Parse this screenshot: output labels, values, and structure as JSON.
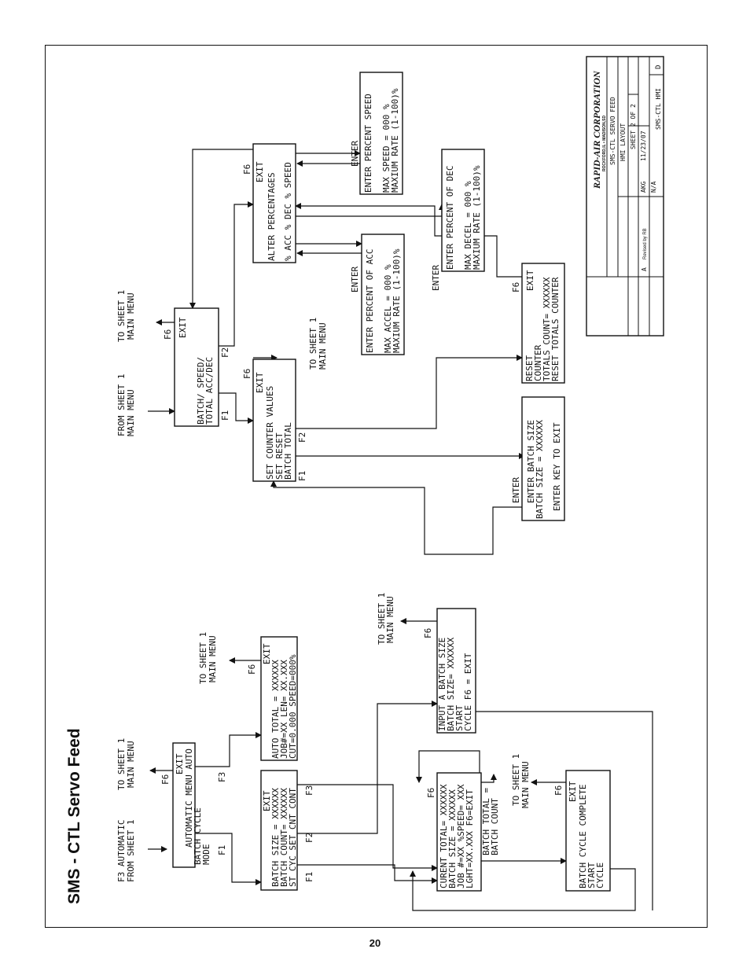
{
  "document_title": "SMS - CTL Servo Feed",
  "page_number": "20",
  "title_block": {
    "company": "RAPID-AIR CORPORATION",
    "location": "ROCKFORD,IL • MADISON,SD",
    "part_name": "SMS-CTL SERVO FEED",
    "drawing_title": "HMI LAYOUT",
    "sheet": "SHEET 2 OF 2",
    "drawn_by": "AKG",
    "date": "11/23/07",
    "scale": "N/A",
    "drawing_number": "SMS-CTL HMI",
    "rev_size": "D",
    "revision_letter": "A",
    "revised_by": "Revised by RB"
  },
  "ref_labels": {
    "to_sheet_1": "TO SHEET 1",
    "from_sheet_1": "FROM SHEET 1",
    "main_menu": "MAIN MENU",
    "f3_automatic": "F3  AUTOMATIC",
    "enter": "ENTER",
    "f1": "F1",
    "f2": "F2",
    "f3": "F3",
    "f6": "F6",
    "batch_total_eq": "BATCH TOTAL =",
    "batch_count": "BATCH COUNT"
  },
  "screens": {
    "automatic_menu": [
      "F6",
      "EXIT",
      "AUTOMATIC MENU     AUTO",
      "BATCH               CYCLE",
      "MODE"
    ],
    "batch_mode": [
      "EXIT",
      "BATCH SIZE = XXXXXX",
      "BATCH COUNT= XXXXXX",
      "ST_CYC  SET_CNT CONT"
    ],
    "auto_cycle": [
      "EXIT",
      "AUTO TOTAL = XXXXXX",
      "JOB#=XX  LEN= XX.XXX",
      "CUT=0.000  SPEED=000%"
    ],
    "run_status": [
      "CURENT TOTAL= XXXXXX",
      "BATCH SIZE = XXXXXX",
      "JOB #=XX %SPEED= XXX",
      "LGHT=XX.XXX   F6=EXIT"
    ],
    "input_batch": [
      "INPUT A BATCH SIZE",
      "BATCH  SIZE= XXXXXX",
      "START",
      "CYCLE        F6 = EXIT"
    ],
    "batch_complete": [
      "EXIT",
      "BATCH CYCLE COMPLETE",
      "START",
      "CYCLE"
    ],
    "batch_menu": [
      "EXIT",
      "BATCH/  SPEED/",
      "TOTAL   ACC/DEC"
    ],
    "set_counter": [
      "EXIT",
      "SET COUNTER VALUES",
      "SET      RESET",
      "BATCH    TOTAL"
    ],
    "alter_pct": [
      "EXIT",
      "ALTER PERCENTAGES",
      "% ACC   % DEC  % SPEED"
    ],
    "pct_speed": [
      "ENTER PERCENT SPEED",
      "MAX SPEED = 000 %",
      "MAXIUM RATE (1-100)%"
    ],
    "pct_acc": [
      "ENTER PERCENT OF ACC",
      "MAX ACCEL = 000 %",
      "MAXIUM RATE (1-100)%"
    ],
    "pct_dec": [
      "ENTER PERCENT OF DEC",
      "MAX DECEL = 000 %",
      "MAXIUM RATE (1-100)%"
    ],
    "reset_counter": [
      "EXIT",
      "RESET",
      "COUNTER",
      "TOTALS COUNT= XXXXXX",
      "RESET TOTALS COUNTER"
    ],
    "enter_batch": [
      "ENTER BATCH SIZE",
      "BATCH SIZE = XXXXXX",
      "ENTER KEY TO EXIT"
    ]
  }
}
